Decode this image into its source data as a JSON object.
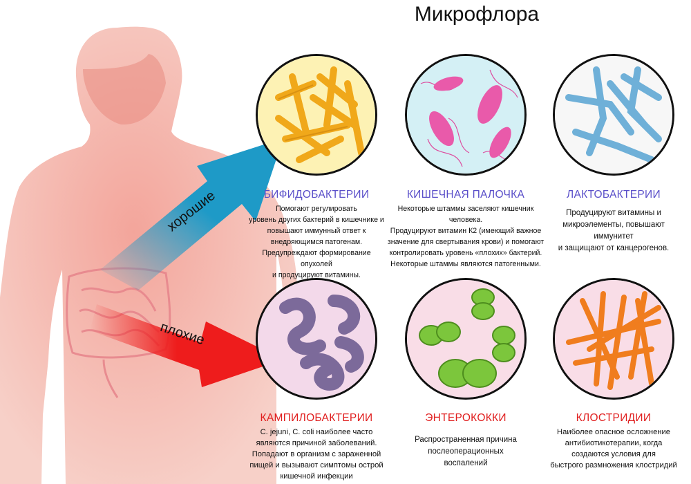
{
  "title": "Микрофлора",
  "arrows": {
    "good": {
      "label": "хорошие",
      "color": "#1e9ac7"
    },
    "bad": {
      "label": "плохие",
      "color": "#ee1c1c"
    }
  },
  "good_bacteria": [
    {
      "name": "БИФИДОБАКТЕРИИ",
      "name_color": "#5a4fc9",
      "description": "Помогают регулировать\nуровень других бактерий в кишечнике и\nповышают иммунный ответ к\nвнедряющимся патогенам.\nПредупреждают формирование опухолей\nи продуцируют витамины.",
      "bg": "#fdf2b4",
      "color": "#f0a81a"
    },
    {
      "name": "КИШЕЧНАЯ ПАЛОЧКА",
      "name_color": "#5a4fc9",
      "description": "Некоторые штаммы заселяют кишечник человека.\nПродуцируют витамин К2 (имеющий важное\nзначение для свертывания крови) и помогают\nконтролировать уровень «плохих» бактерий.\nНекоторые штаммы являются патогенными.",
      "bg": "#d4f0f5",
      "color": "#dd4fa0"
    },
    {
      "name": "ЛАКТОБАКТЕРИИ",
      "name_color": "#5a4fc9",
      "description": "Продуцируют витамины и\nмикроэлементы, повышают\nиммунитет\nи защищают от канцерогенов.",
      "bg": "#f7f7f7",
      "color": "#6fb0d8"
    }
  ],
  "bad_bacteria": [
    {
      "name": "КАМПИЛОБАКТЕРИИ",
      "name_color": "#e01e1e",
      "description": "C. jejuni, C. coli наиболее часто\nявляются причиной заболеваний.\nПопадают в организм с зараженной\nпищей и вызывают симптомы острой\nкишечной инфекции",
      "bg": "#f3d9ea",
      "color": "#7c6a9a"
    },
    {
      "name": "ЭНТЕРОКОККИ",
      "name_color": "#e01e1e",
      "description": "Распространенная причина\nпослеоперационных\nвоспалений",
      "bg": "#f9dde7",
      "color": "#7cc63c"
    },
    {
      "name": "КЛОСТРИДИИ",
      "name_color": "#e01e1e",
      "description": "Наиболее опасное осложнение\nантибиотикотерапии, когда\nсоздаются условия для\nбыстрого размножения клостридий",
      "bg": "#f9dde7",
      "color": "#f07d1e"
    }
  ]
}
